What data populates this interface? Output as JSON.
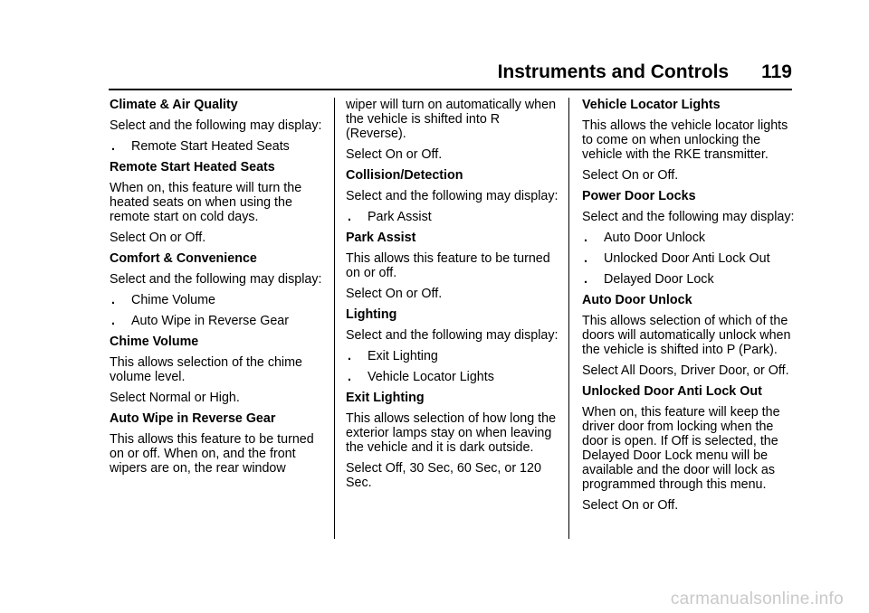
{
  "header": {
    "title": "Instruments and Controls",
    "page_number": "119"
  },
  "col1": {
    "h1": "Climate & Air Quality",
    "p1": "Select and the following may display:",
    "b1": "Remote Start Heated Seats",
    "h2": "Remote Start Heated Seats",
    "p2": "When on, this feature will turn the heated seats on when using the remote start on cold days.",
    "p3": "Select On or Off.",
    "h3": "Comfort & Convenience",
    "p4": "Select and the following may display:",
    "b2": "Chime Volume",
    "b3": "Auto Wipe in Reverse Gear",
    "h4": "Chime Volume",
    "p5": "This allows selection of the chime volume level.",
    "p6": "Select Normal or High.",
    "h5": "Auto Wipe in Reverse Gear",
    "p7": "This allows this feature to be turned on or off. When on, and the front wipers are on, the rear window"
  },
  "col2": {
    "p1": "wiper will turn on automatically when the vehicle is shifted into R (Reverse).",
    "p2": "Select On or Off.",
    "h1": "Collision/Detection",
    "p3": "Select and the following may display:",
    "b1": "Park Assist",
    "h2": "Park Assist",
    "p4": "This allows this feature to be turned on or off.",
    "p5": "Select On or Off.",
    "h3": "Lighting",
    "p6": "Select and the following may display:",
    "b2": "Exit Lighting",
    "b3": "Vehicle Locator Lights",
    "h4": "Exit Lighting",
    "p7": "This allows selection of how long the exterior lamps stay on when leaving the vehicle and it is dark outside.",
    "p8": "Select Off, 30 Sec, 60 Sec, or 120 Sec."
  },
  "col3": {
    "h1": "Vehicle Locator Lights",
    "p1": "This allows the vehicle locator lights to come on when unlocking the vehicle with the RKE transmitter.",
    "p2": "Select On or Off.",
    "h2": "Power Door Locks",
    "p3": "Select and the following may display:",
    "b1": "Auto Door Unlock",
    "b2": "Unlocked Door Anti Lock Out",
    "b3": "Delayed Door Lock",
    "h3": "Auto Door Unlock",
    "p4": "This allows selection of which of the doors will automatically unlock when the vehicle is shifted into P (Park).",
    "p5": "Select All Doors, Driver Door, or Off.",
    "h4": "Unlocked Door Anti Lock Out",
    "p6": "When on, this feature will keep the driver door from locking when the door is open. If Off is selected, the Delayed Door Lock menu will be available and the door will lock as programmed through this menu.",
    "p7": "Select On or Off."
  },
  "watermark": "carmanualsonline.info"
}
